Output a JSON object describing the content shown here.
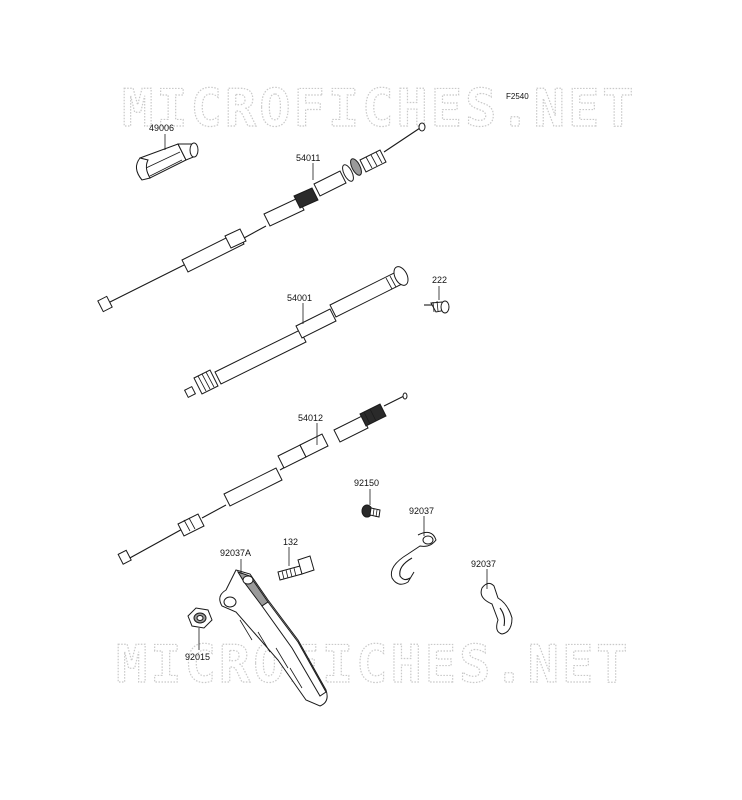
{
  "figure_code": "F2540",
  "watermark": "MICROFICHES.NET",
  "parts": [
    {
      "number": "49006"
    },
    {
      "number": "54011"
    },
    {
      "number": "222"
    },
    {
      "number": "54001"
    },
    {
      "number": "54012"
    },
    {
      "number": "92150"
    },
    {
      "number": "92037"
    },
    {
      "number": "132"
    },
    {
      "number": "92037A"
    },
    {
      "number": "92037"
    },
    {
      "number": "92015"
    }
  ]
}
